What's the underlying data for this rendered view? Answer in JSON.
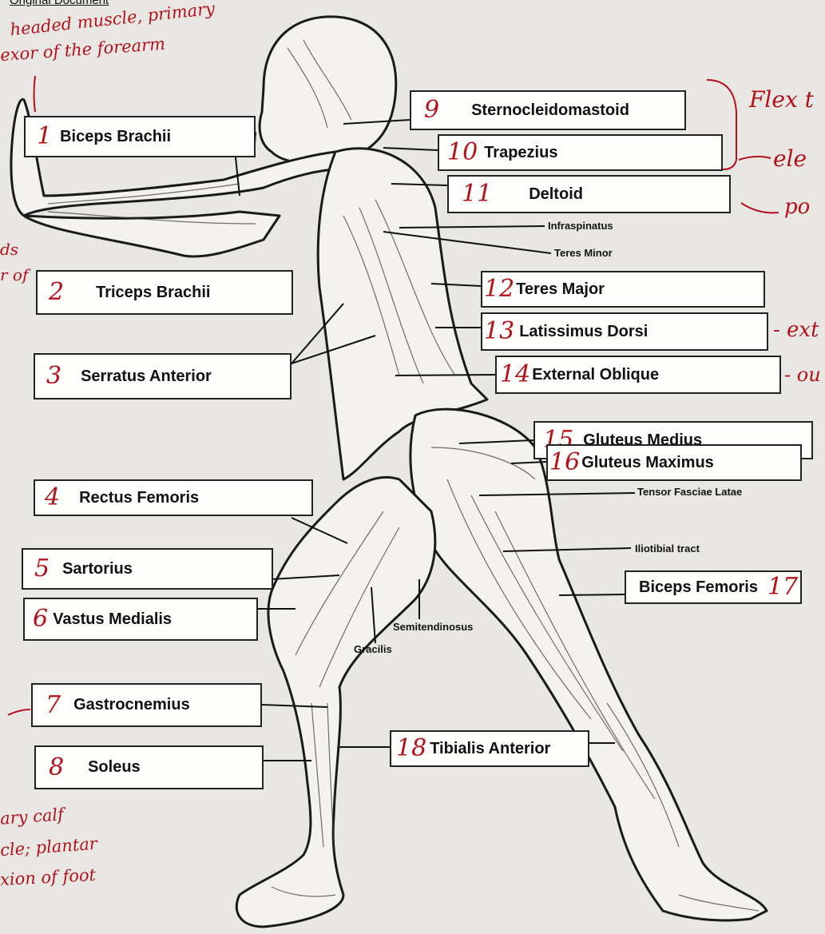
{
  "header": {
    "text": "Original Document"
  },
  "labels": [
    {
      "id": "biceps-brachii",
      "num": "1",
      "text": "Biceps Brachii"
    },
    {
      "id": "triceps-brachii",
      "num": "2",
      "text": "Triceps Brachii"
    },
    {
      "id": "serratus-anterior",
      "num": "3",
      "text": "Serratus Anterior"
    },
    {
      "id": "rectus-femoris",
      "num": "4",
      "text": "Rectus Femoris"
    },
    {
      "id": "sartorius",
      "num": "5",
      "text": "Sartorius"
    },
    {
      "id": "vastus-medialis",
      "num": "6",
      "text": "Vastus Medialis"
    },
    {
      "id": "gastrocnemius",
      "num": "7",
      "text": "Gastrocnemius"
    },
    {
      "id": "soleus",
      "num": "8",
      "text": "Soleus"
    },
    {
      "id": "sternocleidomastoid",
      "num": "9",
      "text": "Sternocleidomastoid"
    },
    {
      "id": "trapezius",
      "num": "10",
      "text": "Trapezius"
    },
    {
      "id": "deltoid",
      "num": "11",
      "text": "Deltoid"
    },
    {
      "id": "teres-major",
      "num": "12",
      "text": "Teres Major"
    },
    {
      "id": "latissimus-dorsi",
      "num": "13",
      "text": "Latissimus Dorsi"
    },
    {
      "id": "external-oblique",
      "num": "14",
      "text": "External Oblique"
    },
    {
      "id": "gluteus-medius",
      "num": "15",
      "text": "Gluteus Medius"
    },
    {
      "id": "gluteus-maximus",
      "num": "16",
      "text": "Gluteus Maximus"
    },
    {
      "id": "biceps-femoris",
      "num": "17",
      "text": "Biceps Femoris"
    },
    {
      "id": "tibialis-anterior",
      "num": "18",
      "text": "Tibialis Anterior"
    }
  ],
  "small_labels": {
    "infraspinatus": "Infraspinatus",
    "teres_minor": "Teres Minor",
    "tensor_fasciae_latae": "Tensor Fasciae Latae",
    "iliotibial_tract": "Iliotibial tract",
    "semitendinosus": "Semitendinosus",
    "gracilis": "Gracilis"
  },
  "notes": {
    "top_left_1": "headed muscle, primary",
    "top_left_2": "exor of the forearm",
    "left_2a": "ds",
    "left_2b": "r of",
    "bottom_1": "ary calf",
    "bottom_2": "cle; plantar",
    "bottom_3": "xion of foot",
    "right_flex": "Flex t",
    "right_ele": "ele",
    "right_po": "po",
    "right_ext": "- ext",
    "right_ou": "- ou"
  },
  "colors": {
    "ink": "#b3121b",
    "paper": "#e9e7e3",
    "line": "#222222"
  }
}
